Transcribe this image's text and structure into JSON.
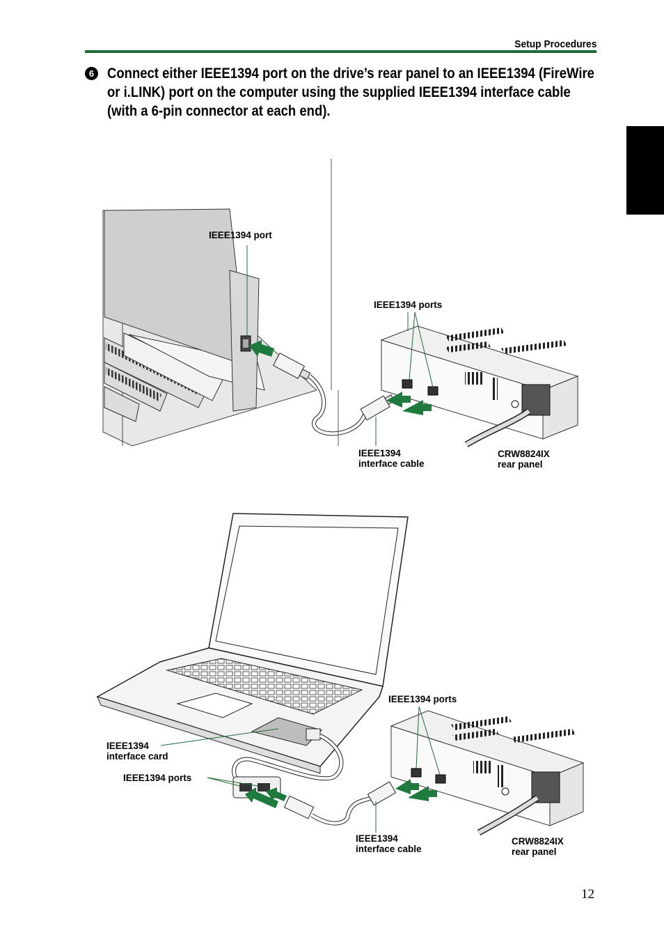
{
  "header": {
    "section_title": "Setup Procedures"
  },
  "step": {
    "number": "6",
    "instruction": "Connect either IEEE1394 port on the drive’s rear panel to an IEEE1394 (FireWire or i.LINK) port on the computer using the supplied IEEE1394 interface cable (with a 6-pin connector at each end)."
  },
  "figure_desktop": {
    "labels": {
      "pc_port": "IEEE1394 port",
      "drive_ports": "IEEE1394 ports",
      "cable": "IEEE1394\ninterface cable",
      "rear_panel": "CRW8824IX\nrear panel"
    }
  },
  "figure_laptop": {
    "labels": {
      "drive_ports": "IEEE1394 ports",
      "card": "IEEE1394\ninterface card",
      "card_ports": "IEEE1394 ports",
      "cable": "IEEE1394\ninterface cable",
      "rear_panel": "CRW8824IX\nrear panel"
    }
  },
  "colors": {
    "accent_green": "#1e6b35",
    "arrow_green": "#1f7a3e"
  },
  "page_number": "12"
}
